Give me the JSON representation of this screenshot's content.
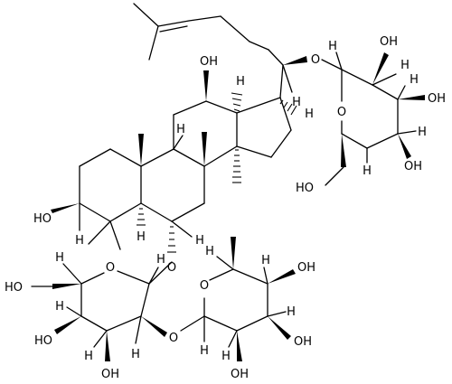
{
  "atom_labels": {
    "o_chain": "O",
    "h_c24": "H",
    "oh_c12": "OH",
    "h_c13": "H",
    "h_c17": "H",
    "h_c9": "H",
    "oh_c3": "HO",
    "h_c3": "H",
    "h_c5": "H",
    "h_c6": "H",
    "o_c6": "O",
    "g1_oh2": "OH",
    "g1_h2": "H",
    "g1_oh3": "OH",
    "g1_h3": "H",
    "g1_h4": "H",
    "g1_oh4": "OH",
    "g1_h5": "H",
    "g1_o": "O",
    "g1_ch2oh": "HO",
    "g1_h1": "H",
    "g2_h5": "H",
    "g2_o": "O",
    "g2_h1": "H",
    "g2_oh4": "OH",
    "g2_h4": "H",
    "g2_h3": "H",
    "g2_oh3": "OH",
    "g2_h2": "H",
    "g2_oh2": "OH",
    "g2_olink": "O",
    "g3_ch2oh": "HO",
    "g3_h5": "H",
    "g3_o": "O",
    "g3_h1": "H",
    "g3_h4": "H",
    "g3_oh4": "HO",
    "g3_h3": "H",
    "g3_oh3": "OH",
    "g3_h2": "H"
  }
}
